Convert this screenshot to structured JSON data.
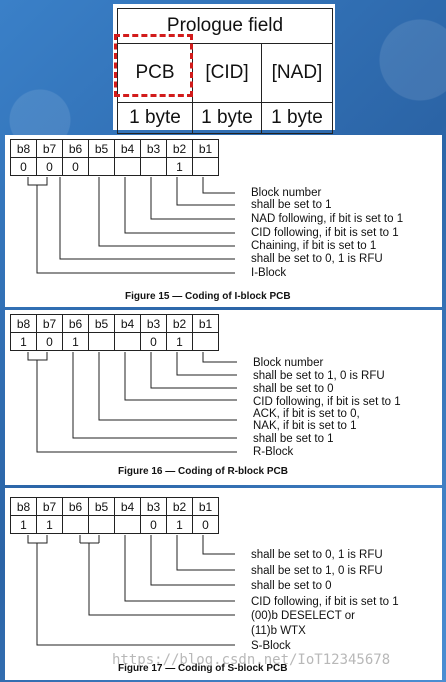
{
  "prologue": {
    "title": "Prologue field",
    "fields": [
      "PCB",
      "[CID]",
      "[NAD]"
    ],
    "sizes": [
      "1 byte",
      "1 byte",
      "1 byte"
    ]
  },
  "bit_headers": [
    "b8",
    "b7",
    "b6",
    "b5",
    "b4",
    "b3",
    "b2",
    "b1"
  ],
  "figures": [
    {
      "values": [
        "0",
        "0",
        "0",
        "",
        "",
        "",
        "1",
        ""
      ],
      "labels": [
        "Block number",
        "shall be set to 1",
        "NAD following, if bit is set to  1",
        "CID following, if bit is set to  1",
        "Chaining, if bit is set to  1",
        "shall be set to 0, 1 is RFU",
        "I-Block"
      ],
      "caption": "Figure 15 — Coding of I-block PCB"
    },
    {
      "values": [
        "1",
        "0",
        "1",
        "",
        "",
        "0",
        "1",
        ""
      ],
      "labels": [
        "Block number",
        "shall be set to 1, 0 is RFU",
        "shall be set to 0",
        "CID following, if bit is set to  1",
        "ACK, if bit is set to 0,",
        "NAK, if bit is set to 1",
        "shall be set to 1",
        "R-Block"
      ],
      "caption": "Figure 16 — Coding of R-block PCB"
    },
    {
      "values": [
        "1",
        "1",
        "",
        "",
        "",
        "0",
        "1",
        "0"
      ],
      "labels": [
        "shall be set to 0, 1 is RFU",
        "shall be set to 1, 0 is RFU",
        "shall be set to 0",
        "CID following, if bit is set to  1",
        "(00)b DESELECT or",
        "(11)b WTX",
        "S-Block"
      ],
      "caption": "Figure 17 — Coding of S-block PCB"
    }
  ],
  "watermark": "https://blog.csdn.net/IoT12345678"
}
